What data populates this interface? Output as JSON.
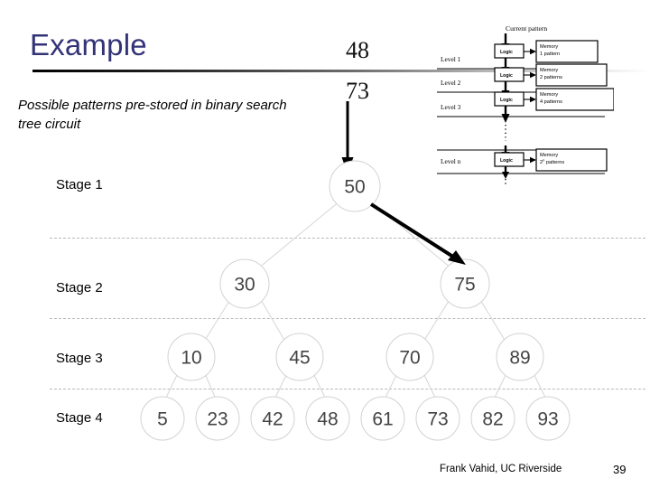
{
  "slide": {
    "title": "Example",
    "subtitle": "Possible patterns pre-stored in binary search tree circuit",
    "title_color": "#333377"
  },
  "search_pattern": {
    "value_top": "48",
    "value_current": "73",
    "arrow_icon": "down-arrow-icon"
  },
  "stages": [
    {
      "label": "Stage 1"
    },
    {
      "label": "Stage 2"
    },
    {
      "label": "Stage 3"
    },
    {
      "label": "Stage 4"
    }
  ],
  "tree": {
    "edge_color": "#d6d6d6",
    "node_text_color": "#444444",
    "highlight_color": "#000000",
    "levels": [
      {
        "nodes": [
          "50"
        ]
      },
      {
        "nodes": [
          "30",
          "75"
        ]
      },
      {
        "nodes": [
          "10",
          "45",
          "70",
          "89"
        ]
      },
      {
        "nodes": [
          "5",
          "23",
          "42",
          "48",
          "61",
          "73",
          "82",
          "93"
        ]
      }
    ],
    "highlighted_path": [
      "50",
      "75"
    ]
  },
  "level_diagram": {
    "input_label": "Current pattern",
    "rows": [
      {
        "level": "Level 1",
        "logic": "Logic",
        "memory_line1": "Memory",
        "memory_line2": "1 pattern"
      },
      {
        "level": "Level 2",
        "logic": "Logic",
        "memory_line1": "Memory",
        "memory_line2": "2 patterns"
      },
      {
        "level": "Level 3",
        "logic": "Logic",
        "memory_line1": "Memory",
        "memory_line2": "4 patterns"
      },
      {
        "level": "Level n",
        "logic": "Logic",
        "memory_line1": "Memory",
        "memory_line2": "2",
        "memory_sup": "n",
        "memory_line2b": " patterns"
      }
    ],
    "ellipsis": "⋮"
  },
  "footer": {
    "credit": "Frank Vahid, UC Riverside",
    "page": "39"
  }
}
